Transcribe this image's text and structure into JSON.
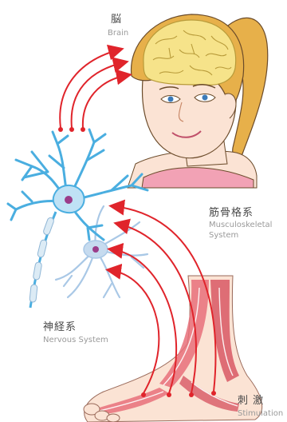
{
  "labels": {
    "brain": {
      "jp": "脳",
      "en": "Brain"
    },
    "musculoskeletal": {
      "jp": "筋骨格系",
      "en_line1": "Musculoskeletal",
      "en_line2": "System"
    },
    "nervous": {
      "jp": "神経系",
      "en": "Nervous System"
    },
    "stimulation": {
      "jp": "刺 激",
      "en": "Stimulation"
    }
  },
  "colors": {
    "arrow": "#e0242b",
    "nerve": "#4aaee0",
    "nerve_light": "#a9c8e6",
    "brain": "#f6e38a",
    "hair": "#e7b04a",
    "skin": "#fbe3d4",
    "muscle": "#e8707a"
  }
}
